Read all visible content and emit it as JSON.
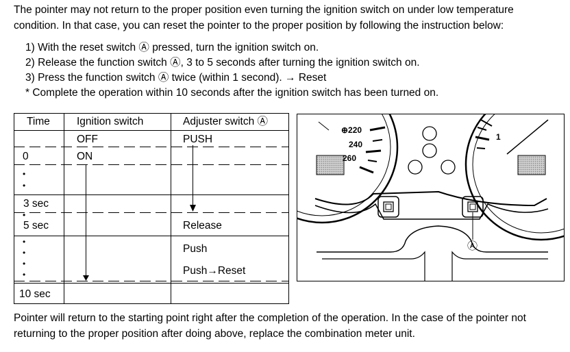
{
  "intro": {
    "line1": "The pointer may not return to the proper position even turning the ignition switch on under low temperature",
    "line2": "condition. In that case, you can reset the pointer to the proper position by following the instruction below:"
  },
  "steps": [
    "1) With the reset switch Ⓐ pressed, turn the ignition switch on.",
    "2) Release the function switch Ⓐ, 3 to 5 seconds after turning the ignition switch on.",
    "3) Press the function switch Ⓐ twice (within 1 second). → Reset",
    "*  Complete the operation within 10 seconds after the ignition switch has been turned on."
  ],
  "table": {
    "headers": {
      "time": "Time",
      "ignition": "Ignition switch",
      "adjuster": "Adjuster switch Ⓐ"
    },
    "rows": {
      "off_ignition": "OFF",
      "push_adjuster": "PUSH",
      "t0": "0",
      "on_ignition": "ON",
      "t3": "3  sec",
      "t5": "5  sec",
      "release": "Release",
      "push2": "Push",
      "push_reset": "Push→Reset",
      "t10": "10 sec"
    },
    "dot": "•"
  },
  "figure": {
    "speed_labels": [
      "⊕220",
      "240",
      "260"
    ],
    "tach_label": "1",
    "switch_label": "Ⓐ"
  },
  "outro": {
    "line1": "Pointer will return to the starting point right after the completion of the operation. In the case of the pointer not",
    "line2": "returning to the proper position after doing above, replace the combination meter unit."
  }
}
